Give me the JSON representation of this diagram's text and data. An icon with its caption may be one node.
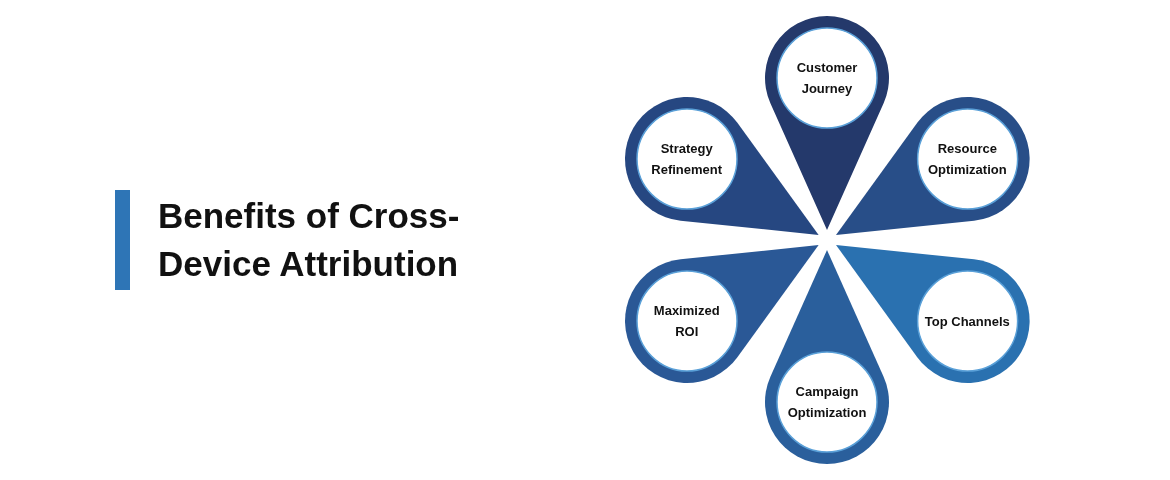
{
  "diagram": {
    "title": "Benefits of Cross-Device Attribution",
    "nodes": [
      {
        "text": [
          "Customer Journey"
        ]
      },
      {
        "text": [
          "Resource Optimization"
        ]
      },
      {
        "text": [
          "Top Channels"
        ]
      },
      {
        "text": [
          "Campaign Optimization"
        ]
      },
      {
        "text": [
          "Maximized ROI"
        ]
      },
      {
        "text": [
          "Strategy Refinement"
        ]
      }
    ]
  }
}
